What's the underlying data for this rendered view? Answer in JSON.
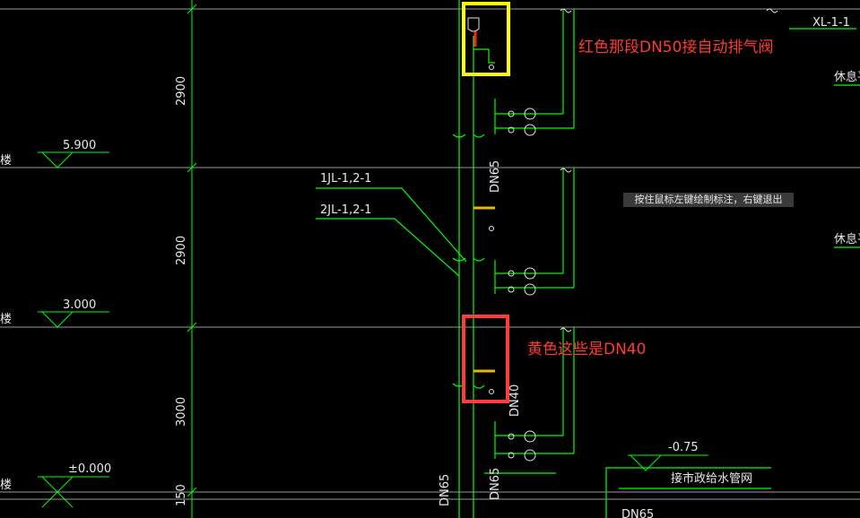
{
  "annotations": {
    "red_note": "红色那段DN50接自动排气阀",
    "yellow_note": "黄色这些是DN40"
  },
  "tooltip": "按住鼠标左键绘制标注，右键退出",
  "labels": {
    "pipe_xl": "XL-1-1",
    "pipe_1jl": "1JL-1,2-1",
    "pipe_2jl": "2JL-1,2-1",
    "dn65_a": "DN65",
    "dn65_b": "DN65",
    "dn65_c": "DN65",
    "dn65_d": "DN65",
    "dn40": "DN40",
    "municipal": "接市政给水管网",
    "rest_platform_1": "休息平",
    "rest_platform_2": "休息平"
  },
  "elevations": {
    "e1": "5.900",
    "e2": "3.000",
    "e3": "±0.000",
    "e4": "-0.75"
  },
  "floor_label": "楼",
  "dimensions": {
    "d1": "2900",
    "d2": "2900",
    "d3": "3000",
    "d4": "150"
  },
  "colors": {
    "green": "#00ff00",
    "highlight_yellow": "#ffff00",
    "highlight_red": "#ff3b3b",
    "pipe_yellow": "#e6b800",
    "pipe_red": "#ff2020"
  }
}
